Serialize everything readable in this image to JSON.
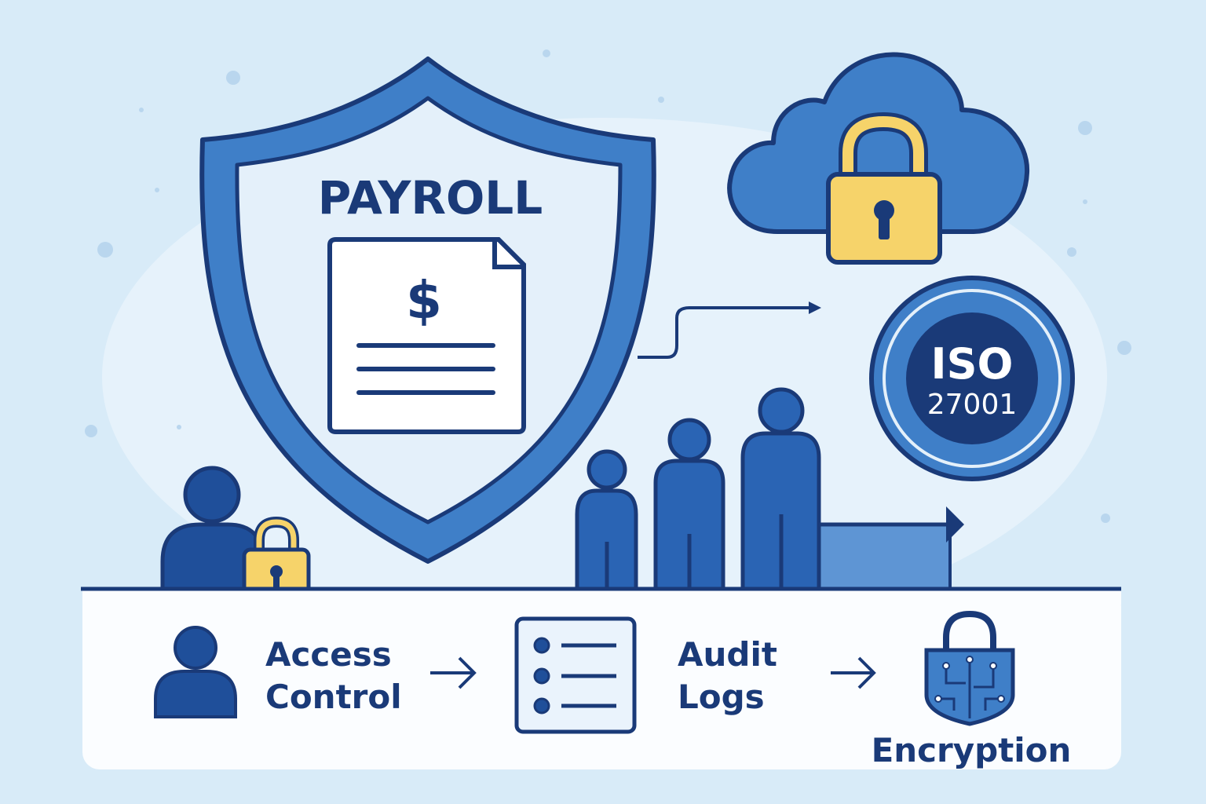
{
  "shield": {
    "title": "PAYROLL",
    "document_symbol": "$"
  },
  "iso_badge": {
    "line1": "ISO",
    "line2": "27001"
  },
  "bottom_panel": {
    "steps": [
      {
        "label_line1": "Access",
        "label_line2": "Control",
        "icon": "user-icon"
      },
      {
        "label_line1": "Audit",
        "label_line2": "Logs",
        "icon": "list-icon"
      },
      {
        "label_line1": "Encryption",
        "icon": "circuit-lock-icon"
      }
    ]
  },
  "colors": {
    "background": "#d8ebf8",
    "navy": "#1a3a78",
    "blue": "#3f7fc8",
    "yellow": "#f6d36a",
    "white": "#ffffff"
  }
}
